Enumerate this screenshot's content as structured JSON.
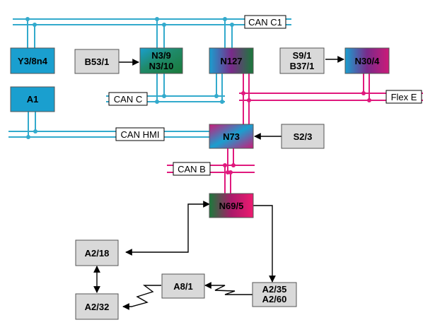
{
  "nodes": {
    "y3_8n4": "Y3/8n4",
    "a1": "A1",
    "b53_1": "B53/1",
    "n3_9": "N3/9",
    "n3_10": "N3/10",
    "n127": "N127",
    "s9_1": "S9/1",
    "b37_1": "B37/1",
    "n30_4": "N30/4",
    "n73": "N73",
    "s2_3": "S2/3",
    "n69_5": "N69/5",
    "a2_18": "A2/18",
    "a2_32": "A2/32",
    "a8_1": "A8/1",
    "a2_35": "A2/35",
    "a2_60": "A2/60"
  },
  "buses": {
    "can_c1": "CAN C1",
    "can_c": "CAN C",
    "can_hmi": "CAN HMI",
    "flex_e": "Flex E",
    "can_b": "CAN B"
  },
  "colors": {
    "can_bus": "#33aacc",
    "flex_bus": "#e0197d",
    "ecu_blue": "#1a9fcf",
    "grey_box": "#d9d9d9",
    "green": "#1a7a3a",
    "magenta": "#cc1a78"
  }
}
